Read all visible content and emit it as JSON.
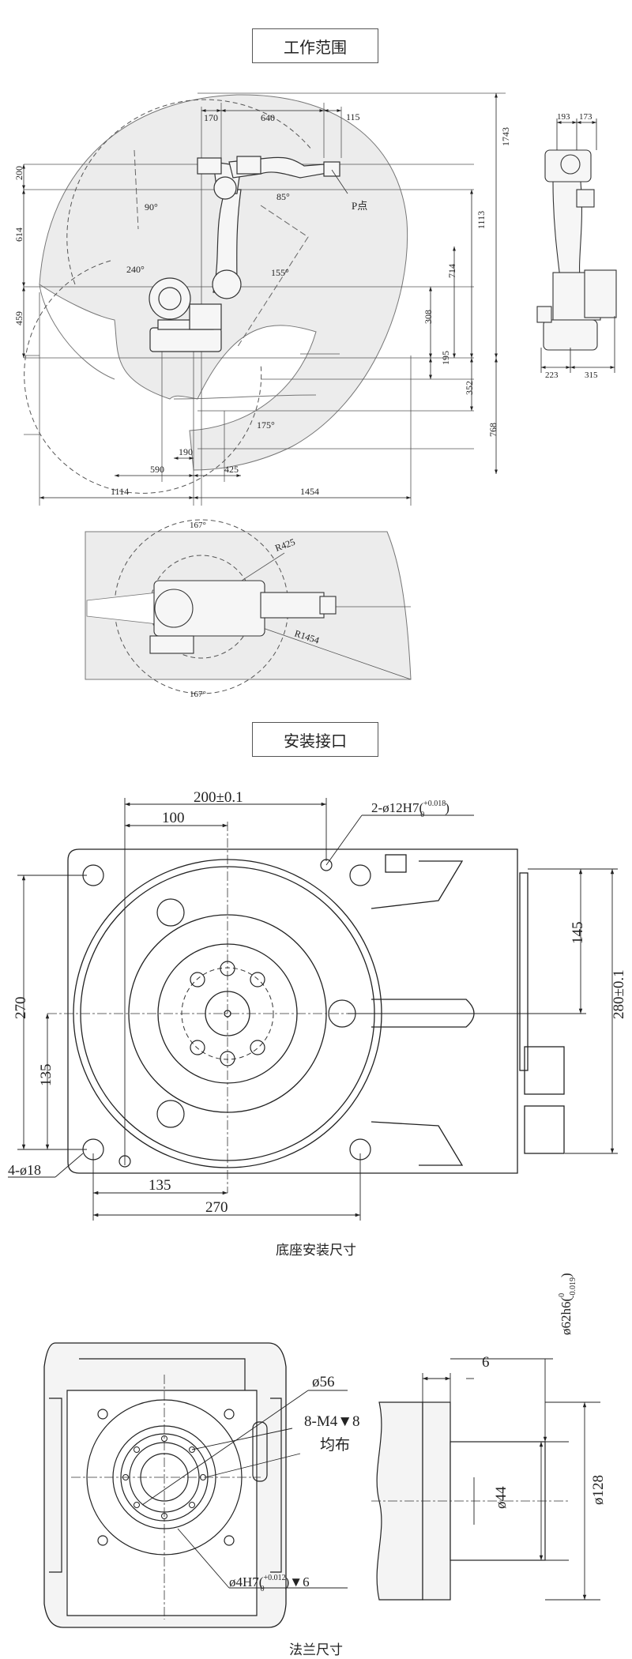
{
  "sections": {
    "work_range_title": "工作范围",
    "mount_title": "安装接口"
  },
  "captions": {
    "base_mount": "底座安装尺寸",
    "flange": "法兰尺寸"
  },
  "work_range": {
    "top_dims": [
      "170",
      "640",
      "115"
    ],
    "right_dims": [
      "1743",
      "1113",
      "714",
      "308",
      "195",
      "352",
      "768"
    ],
    "left_dims": [
      "200",
      "614",
      "459"
    ],
    "bottom_dims": [
      "190",
      "590",
      "425",
      "1114",
      "1454"
    ],
    "angles": [
      "90°",
      "85°",
      "240°",
      "155°",
      "175°"
    ],
    "p_point": "P点",
    "side_dims": [
      "193",
      "173",
      "223",
      "315"
    ]
  },
  "top_view": {
    "angle_top": "167°",
    "angle_bottom": "167°",
    "radius_inner": "R425",
    "radius_outer": "R1454"
  },
  "base_mount": {
    "d200": "200±0.1",
    "d100": "100",
    "pin_label": "2-ø12H7(+0.018 0)",
    "pin_main": "2-ø12H7(",
    "pin_up": "+0.018",
    "pin_low": "0",
    "pin_close": ")",
    "d270_left": "270",
    "d135_left": "135",
    "holes": "4-ø18",
    "d135_bottom": "135",
    "d270_bottom": "270",
    "d145": "145",
    "d280": "280±0.1"
  },
  "flange": {
    "d56": "ø56",
    "m4": "8-M4▼8",
    "uniform": "均布",
    "pin_main": "ø4H7(",
    "pin_up": "+0.012",
    "pin_low": "0",
    "pin_tail": ")▼6",
    "d62_main": "ø62h6(",
    "d62_up": "0",
    "d62_low": "-0.019",
    "d62_close": ")",
    "d6": "6",
    "d44": "ø44",
    "d128": "ø128"
  }
}
